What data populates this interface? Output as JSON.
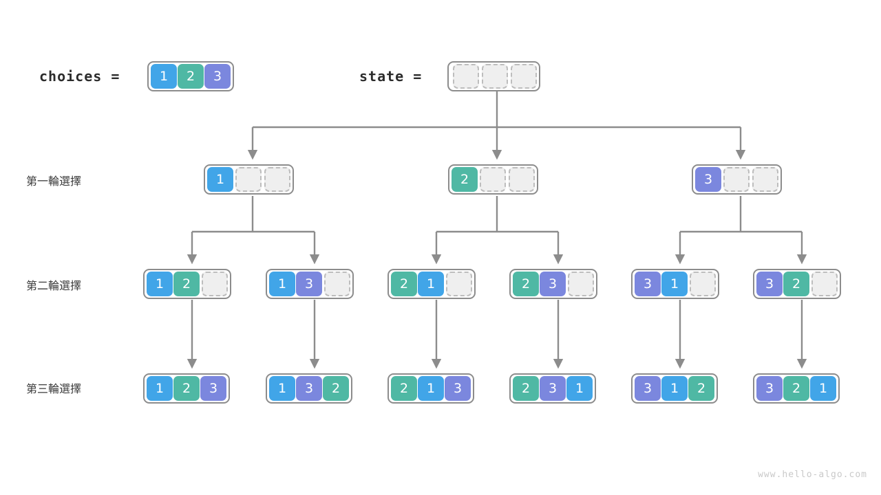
{
  "header": {
    "choices_label": "choices =",
    "state_label": "state =",
    "choices_values": [
      "1",
      "2",
      "3"
    ],
    "state_values": [
      "",
      "",
      ""
    ]
  },
  "rows": [
    {
      "label": "第一輪選擇"
    },
    {
      "label": "第二輪選擇"
    },
    {
      "label": "第三輪選擇"
    }
  ],
  "level1": [
    {
      "values": [
        "1",
        "",
        ""
      ]
    },
    {
      "values": [
        "2",
        "",
        ""
      ]
    },
    {
      "values": [
        "3",
        "",
        ""
      ]
    }
  ],
  "level2": [
    {
      "values": [
        "1",
        "2",
        ""
      ]
    },
    {
      "values": [
        "1",
        "3",
        ""
      ]
    },
    {
      "values": [
        "2",
        "1",
        ""
      ]
    },
    {
      "values": [
        "2",
        "3",
        ""
      ]
    },
    {
      "values": [
        "3",
        "1",
        ""
      ]
    },
    {
      "values": [
        "3",
        "2",
        ""
      ]
    }
  ],
  "level3": [
    {
      "values": [
        "1",
        "2",
        "3"
      ]
    },
    {
      "values": [
        "1",
        "3",
        "2"
      ]
    },
    {
      "values": [
        "2",
        "1",
        "3"
      ]
    },
    {
      "values": [
        "2",
        "3",
        "1"
      ]
    },
    {
      "values": [
        "3",
        "1",
        "2"
      ]
    },
    {
      "values": [
        "3",
        "2",
        "1"
      ]
    }
  ],
  "watermark": "www.hello-algo.com",
  "colors": {
    "value1": "#41a5e8",
    "value2": "#4fb8a4",
    "value3": "#7b87de",
    "empty_fill": "#efefef",
    "empty_border": "#bdbdbd",
    "node_border": "#8c8c8c",
    "connector": "#8c8c8c",
    "text": "#2b2b2b",
    "watermark": "#c9c9c9"
  }
}
